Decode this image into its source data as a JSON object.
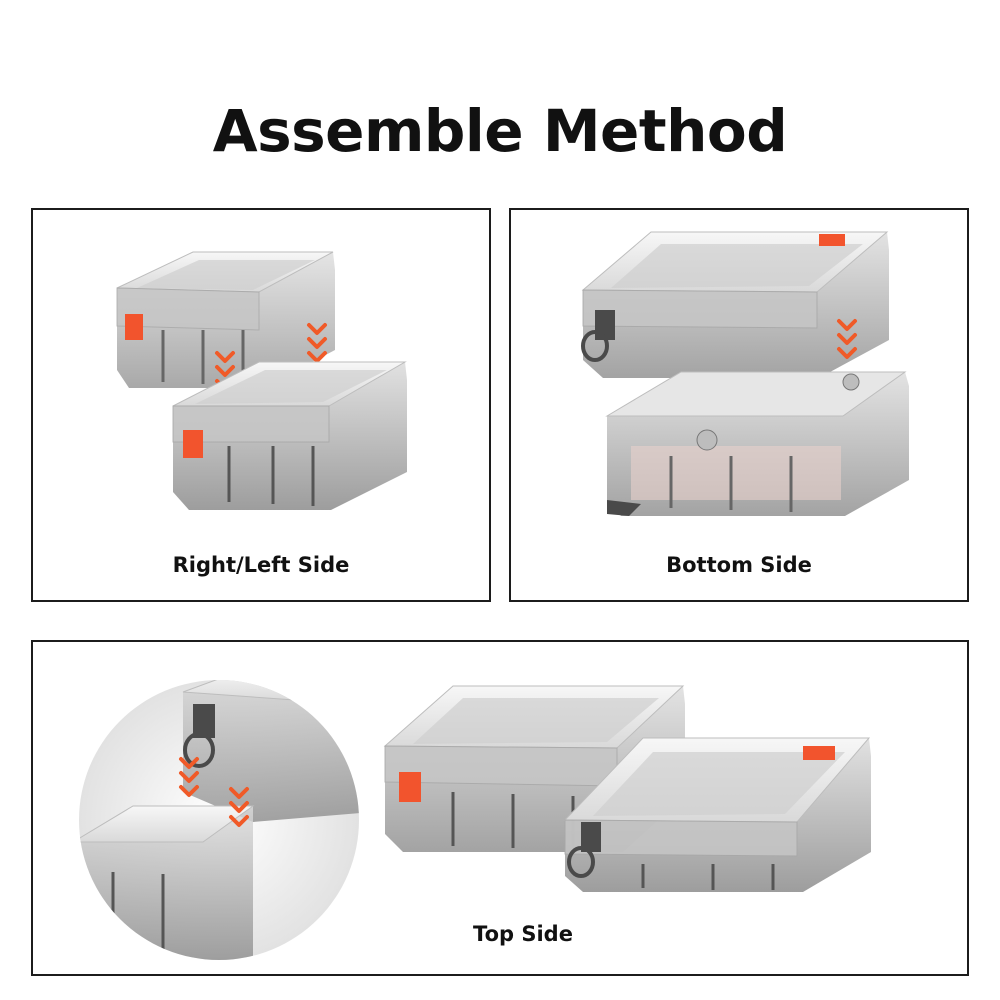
{
  "title": "Assemble Method",
  "panels": {
    "right_left": {
      "caption": "Right/Left Side"
    },
    "bottom": {
      "caption": "Bottom Side"
    },
    "top": {
      "caption": "Top Side"
    }
  },
  "colors": {
    "accent": "#f05a28",
    "latch_orange": "#f2542d",
    "box_gray": "#9a9a9a",
    "border": "#1c1c1c"
  },
  "icons": [
    "down-chevron-arrow-icon",
    "latch-icon",
    "ring-handle-icon"
  ]
}
